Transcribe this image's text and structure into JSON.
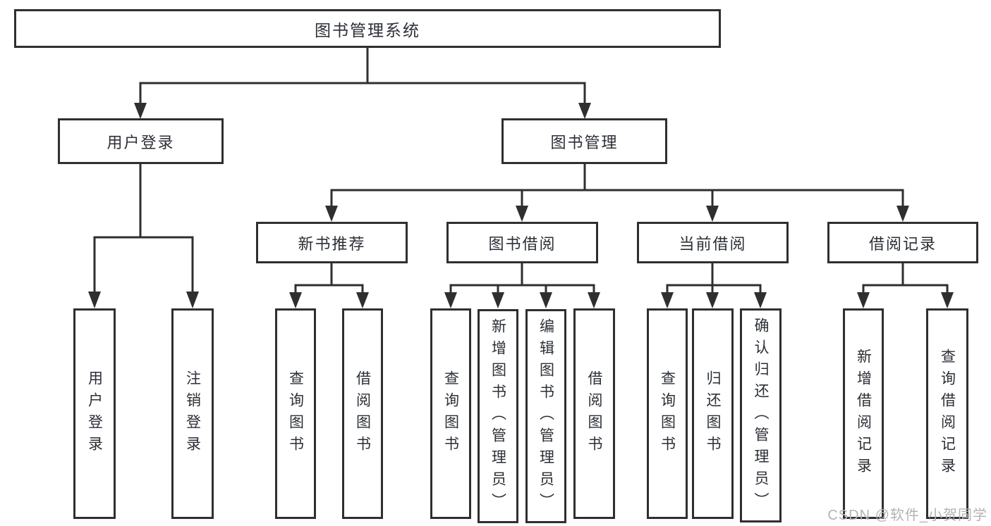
{
  "diagram": {
    "root": {
      "label": "图书管理系统"
    },
    "level2": {
      "user_login": {
        "label": "用户登录"
      },
      "book_mgmt": {
        "label": "图书管理"
      }
    },
    "level3": {
      "new_books": {
        "label": "新书推荐"
      },
      "book_borrow": {
        "label": "图书借阅"
      },
      "current_borrow": {
        "label": "当前借阅"
      },
      "borrow_records": {
        "label": "借阅记录"
      }
    },
    "leaves": {
      "user_login": {
        "label": "用户登录"
      },
      "logout": {
        "label": "注销登录"
      },
      "nb_query_books": {
        "label": "查询图书"
      },
      "nb_borrow_books": {
        "label": "借阅图书"
      },
      "bb_query_books": {
        "label": "查询图书"
      },
      "bb_add_books": {
        "label": "新增图书（管理员）"
      },
      "bb_edit_books": {
        "label": "编辑图书（管理员）"
      },
      "bb_borrow_books": {
        "label": "借阅图书"
      },
      "cb_query_books": {
        "label": "查询图书"
      },
      "cb_return_books": {
        "label": "归还图书"
      },
      "cb_confirm_return": {
        "label": "确认归还（管理员）"
      },
      "br_add_record": {
        "label": "新增借阅记录"
      },
      "br_query_record": {
        "label": "查询借阅记录"
      }
    },
    "watermark": {
      "text": "CSDN @软件_小贺同学"
    },
    "colors": {
      "line": "#2f2f2f",
      "text": "#2b2f36",
      "watermark": "#b3b3b3",
      "background": "#ffffff"
    }
  }
}
